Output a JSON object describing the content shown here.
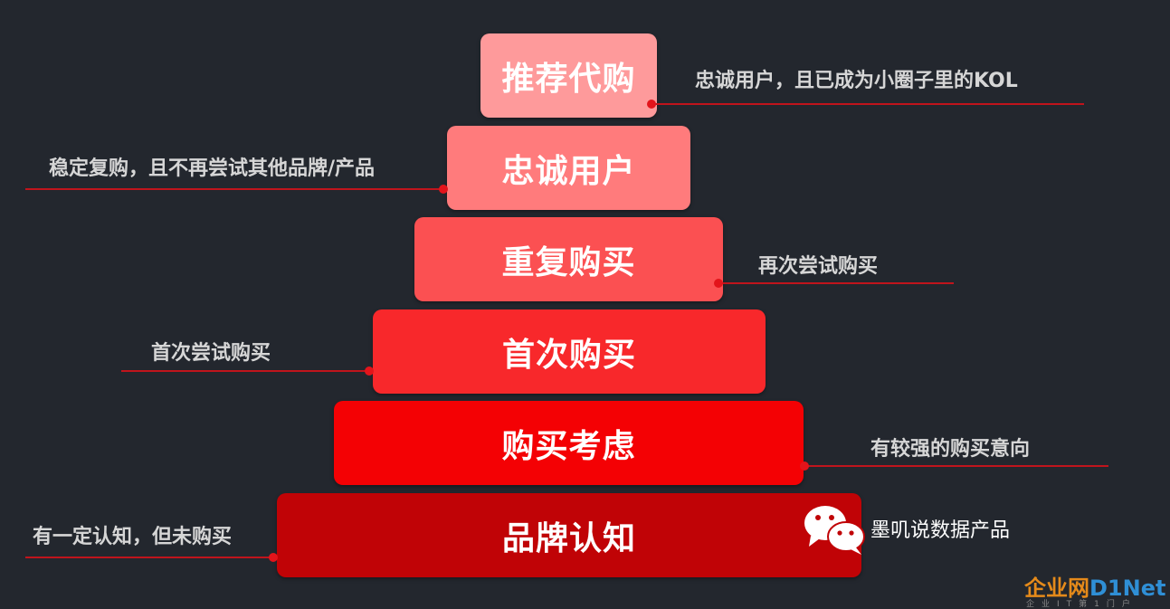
{
  "tiers": [
    {
      "label": "推荐代购",
      "color": "#fe9a9b"
    },
    {
      "label": "忠诚用户",
      "color": "#ff7b7c"
    },
    {
      "label": "重复购买",
      "color": "#fb5052"
    },
    {
      "label": "首次购买",
      "color": "#f8282b"
    },
    {
      "label": "购买考虑",
      "color": "#f40104"
    },
    {
      "label": "品牌认知",
      "color": "#c00306"
    }
  ],
  "annotations": [
    {
      "text": "忠诚用户，且已成为小圈子里的KOL"
    },
    {
      "text": "稳定复购，且不再尝试其他品牌/产品"
    },
    {
      "text": "再次尝试购买"
    },
    {
      "text": "首次尝试购买"
    },
    {
      "text": "有较强的购买意向"
    },
    {
      "text": "有一定认知，但未购买"
    }
  ],
  "watermark": {
    "text": "墨叽说数据产品",
    "icon": "wechat-icon"
  },
  "logo": {
    "part1": "企业网",
    "part2": "D1Net",
    "sub": "企业IT第1门户"
  },
  "colors": {
    "background": "#23272e",
    "line": "#c0141c",
    "dot": "#e3141b"
  }
}
